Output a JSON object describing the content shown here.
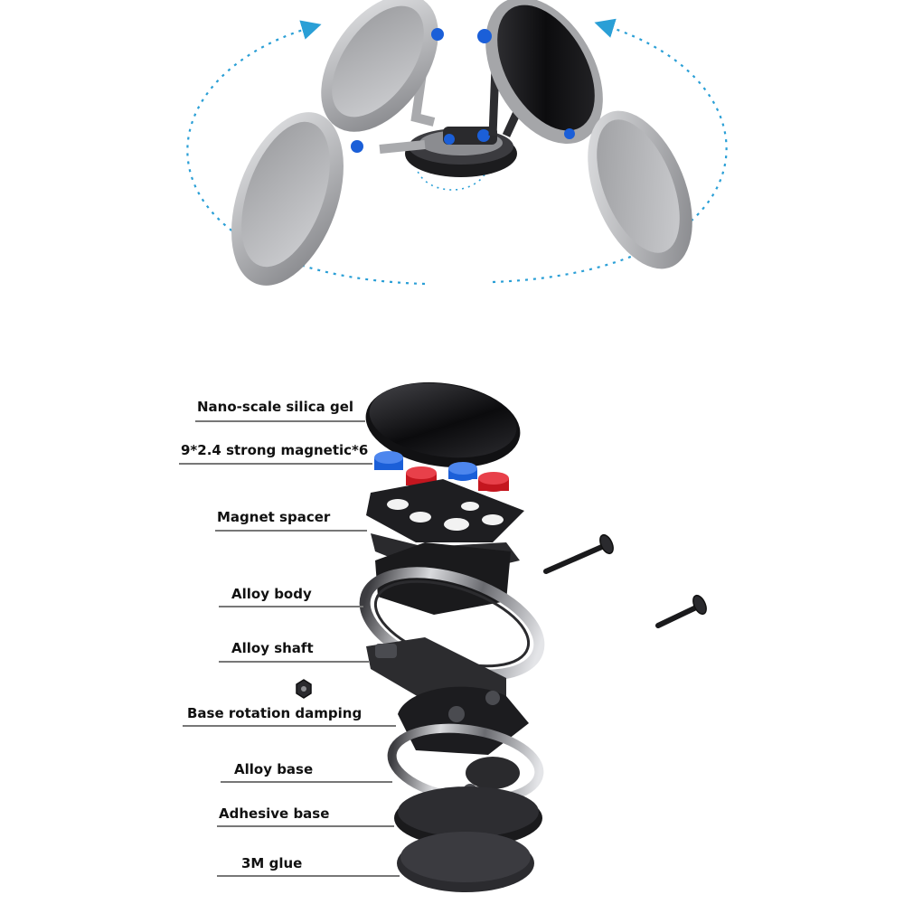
{
  "colors": {
    "orbit_arrow": "#2a9fd6",
    "alloy_silver": "#b8b9bb",
    "black_plate": "#0d0d0f",
    "magnet_red": "#d81f2a",
    "magnet_blue": "#1b5fd8",
    "leader_line": "#777777"
  },
  "exploded_view": {
    "labels": [
      "Nano-scale silica gel",
      "9*2.4 strong magnetic*6",
      "Magnet spacer",
      "Alloy body",
      "Alloy shaft",
      "Base rotation damping",
      "Alloy base",
      "Adhesive base",
      "3M glue"
    ]
  }
}
